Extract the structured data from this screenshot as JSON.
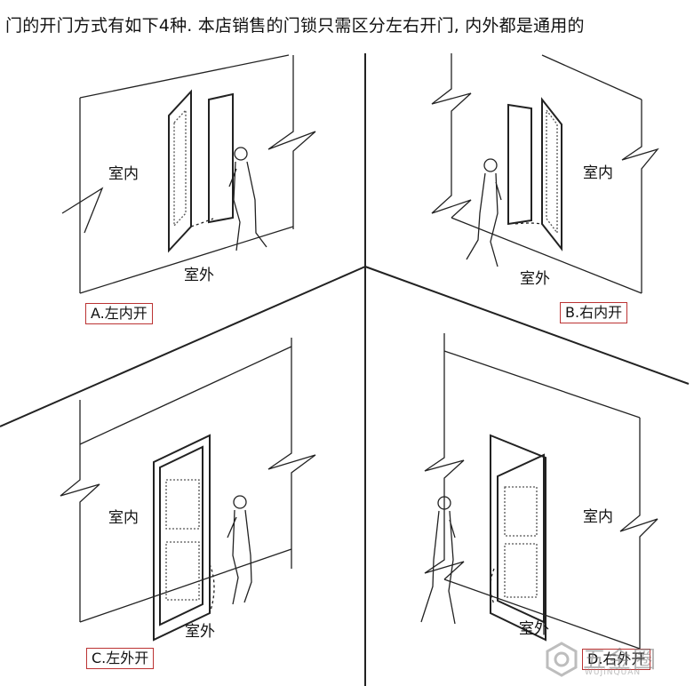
{
  "header": "门的开门方式有如下4种. 本店销售的门锁只需区分左右开门, 内外都是通用的",
  "panels": [
    {
      "case_label": "A.左内开",
      "inside": "室内",
      "outside": "室外"
    },
    {
      "case_label": "B.右内开",
      "inside": "室内",
      "outside": "室外"
    },
    {
      "case_label": "C.左外开",
      "inside": "室内",
      "outside": "室外"
    },
    {
      "case_label": "D.右外开",
      "inside": "室内",
      "outside": "室外"
    }
  ],
  "watermark": {
    "text": "五金圈",
    "sub": "WUJINQUAN"
  },
  "colors": {
    "line": "#222222",
    "label_border": "#b33333"
  }
}
